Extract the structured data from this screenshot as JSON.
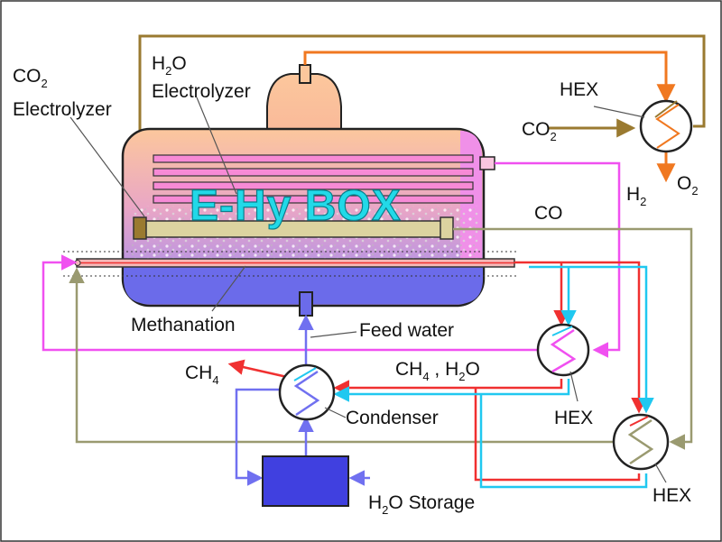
{
  "title": "E-Hy BOX",
  "labels": {
    "co2_electrolyzer": {
      "main": "CO",
      "sub": "2",
      "line2": "Electrolyzer"
    },
    "h2o_electrolyzer": {
      "main1": "H",
      "sub": "2",
      "main2": "O",
      "line2": "Electrolyzer"
    },
    "methanation": "Methanation",
    "feed_water": "Feed water",
    "hex_top": "HEX",
    "hex_mid": "HEX",
    "hex_bottom": "HEX",
    "co2_in": {
      "main": "CO",
      "sub": "2"
    },
    "o2_out": {
      "main": "O",
      "sub": "2"
    },
    "h2": {
      "main": "H",
      "sub": "2"
    },
    "co": "CO",
    "ch4_out": {
      "main": "CH",
      "sub": "4"
    },
    "ch4_h2o": {
      "main1": "CH",
      "sub1": "4",
      "sep": " , H",
      "sub2": "2",
      "main2": "O"
    },
    "condenser": "Condenser",
    "h2o_storage": {
      "main1": "H",
      "sub": "2",
      "main2": "O Storage"
    }
  },
  "colors": {
    "brown": "#9a7a30",
    "orange": "#f07820",
    "magenta": "#f050f0",
    "khaki": "#9a9a70",
    "red": "#f03030",
    "cyan": "#20c8f0",
    "blue": "#7070f0",
    "tank_blue": "#6b6bea",
    "title": "#22d9e8"
  }
}
